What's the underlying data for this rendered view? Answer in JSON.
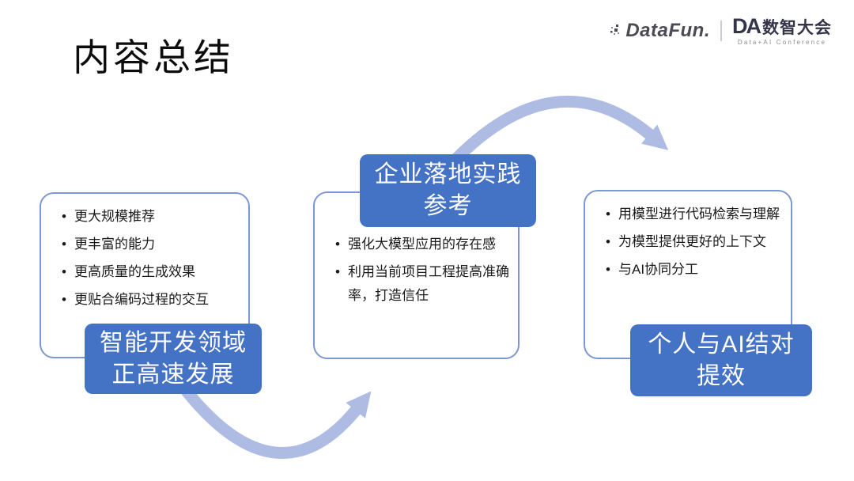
{
  "slide": {
    "title": "内容总结"
  },
  "header": {
    "datafun_text": "DataFun.",
    "conference_da": "DA",
    "conference_name": "数智大会",
    "conference_subtitle": "Data+AI Conference"
  },
  "diagram": {
    "columns": [
      {
        "bullets": [
          "更大规模推荐",
          "更丰富的能力",
          "更高质量的生成效果",
          "更贴合编码过程的交互"
        ],
        "label": {
          "line1": "智能开发领域",
          "line2": "正高速发展"
        }
      },
      {
        "bullets": [
          "强化大模型应用的存在感",
          "利用当前项目工程提高准确率，打造信任"
        ],
        "label": {
          "line1": "企业落地实践",
          "line2": "参考"
        }
      },
      {
        "bullets": [
          "用模型进行代码检索与理解",
          "为模型提供更好的上下文",
          "与AI协同分工"
        ],
        "label": {
          "line1": "个人与AI结对",
          "line2": "提效"
        }
      }
    ],
    "arrows": [
      "left-label-to-middle-card",
      "middle-label-to-right-card"
    ]
  },
  "colors": {
    "label_blue": "#4472C4",
    "card_border_blue": "#7D97D6",
    "arrow_blue": "#AEBCE4",
    "text_black": "#1A1A1A",
    "logo_dark": "#4B4B55",
    "logo_subtitle_gray": "#8A8A96"
  }
}
